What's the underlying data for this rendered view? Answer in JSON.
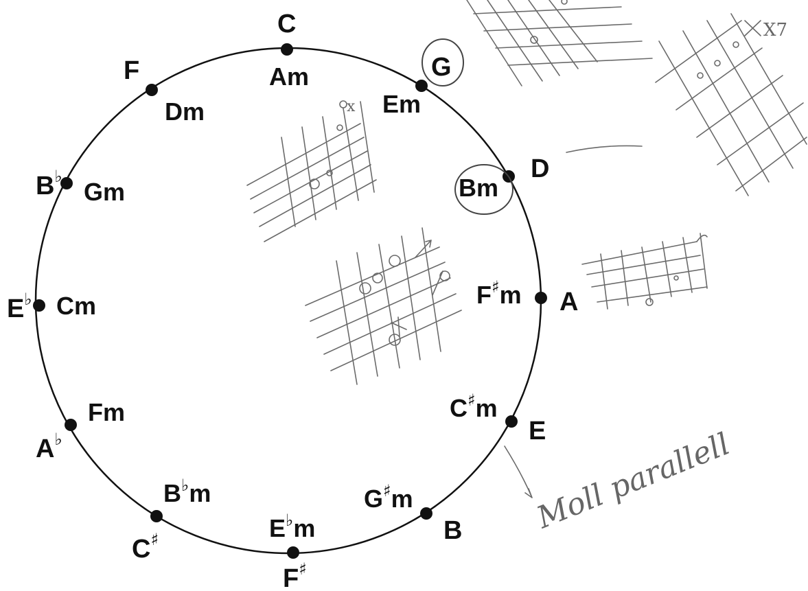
{
  "circle": {
    "keys": [
      {
        "major": "C",
        "minor": "Am",
        "minor_acc": "",
        "major_acc": ""
      },
      {
        "major": "G",
        "minor": "Em",
        "minor_acc": "",
        "major_acc": ""
      },
      {
        "major": "D",
        "minor": "Bm",
        "minor_acc": "",
        "major_acc": ""
      },
      {
        "major": "A",
        "minor": "F",
        "minor_acc": "#",
        "minor_suffix": "m",
        "major_acc": ""
      },
      {
        "major": "E",
        "minor": "C",
        "minor_acc": "#",
        "minor_suffix": "m",
        "major_acc": ""
      },
      {
        "major": "B",
        "minor": "G",
        "minor_acc": "#",
        "minor_suffix": "m",
        "major_acc": ""
      },
      {
        "major": "F",
        "minor": "E",
        "minor_acc": "b",
        "minor_suffix": "m",
        "major_acc": "#"
      },
      {
        "major": "C",
        "minor": "B",
        "minor_acc": "b",
        "minor_suffix": "m",
        "major_acc": "#"
      },
      {
        "major": "A",
        "minor": "Fm",
        "minor_acc": "",
        "major_acc": "b"
      },
      {
        "major": "E",
        "minor": "Cm",
        "minor_acc": "",
        "major_acc": "b"
      },
      {
        "major": "B",
        "minor": "Gm",
        "minor_acc": "",
        "major_acc": "b"
      },
      {
        "major": "F",
        "minor": "Dm",
        "minor_acc": "",
        "major_acc": ""
      }
    ]
  },
  "annotations": {
    "handwritten_note": "Moll parallell",
    "chord_sketch_label": "X7"
  },
  "glyphs": {
    "sharp": "♯",
    "flat": "♭"
  }
}
